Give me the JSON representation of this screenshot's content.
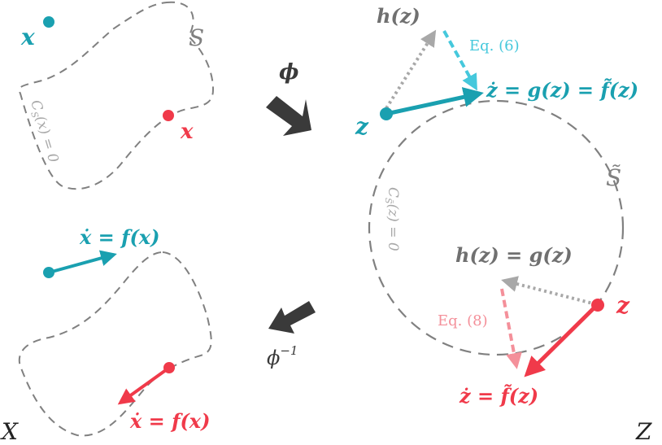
{
  "colors": {
    "teal": "#1aa0b0",
    "teal_light": "#45c8dc",
    "red": "#f03a4a",
    "red_light": "#f4909a",
    "gray": "#808080",
    "gray_light": "#a8a8a8",
    "dark": "#3a3a3a"
  },
  "top_left": {
    "point_outside_label": "x",
    "point_on_boundary_label": "x",
    "set_label": "S",
    "constraint_label": "C",
    "constraint_sub": "S",
    "constraint_rest": "(x) = 0"
  },
  "top_right": {
    "h_label": "h(z)",
    "eq_label": "Eq. (6)",
    "z_label": "z",
    "zdot_label": "ż = g(z) = f̃(z)",
    "set_label": "S̃",
    "constraint_label": "C",
    "constraint_sub": "S̃",
    "constraint_rest": "(z) = 0"
  },
  "bottom_right": {
    "h_label": "h(z) = g(z)",
    "eq_label": "Eq. (8)",
    "z_label": "z",
    "zdot_label": "ż = f̃(z)",
    "space_label": "Z"
  },
  "bottom_left": {
    "xdot_teal_label": "ẋ = f(x)",
    "xdot_red_label": "ẋ = f(x)",
    "space_label": "X"
  },
  "maps": {
    "forward_label": "ϕ",
    "inverse_label": "ϕ",
    "inverse_sup": "−1"
  }
}
